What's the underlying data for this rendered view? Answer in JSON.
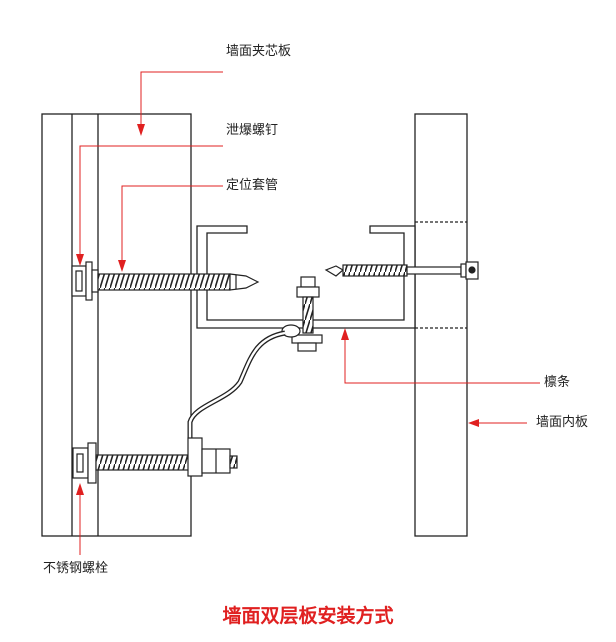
{
  "labels": {
    "sandwich_panel": "墙面夹芯板",
    "anti_explosion_screw": "泄爆螺钉",
    "locating_sleeve": "定位套管",
    "purlin": "檩条",
    "inner_panel": "墙面内板",
    "stainless_bolt": "不锈钢螺栓"
  },
  "caption": "墙面双层板安装方式",
  "colors": {
    "line": "#222222",
    "callout": "#e02020",
    "caption": "#e02020"
  }
}
